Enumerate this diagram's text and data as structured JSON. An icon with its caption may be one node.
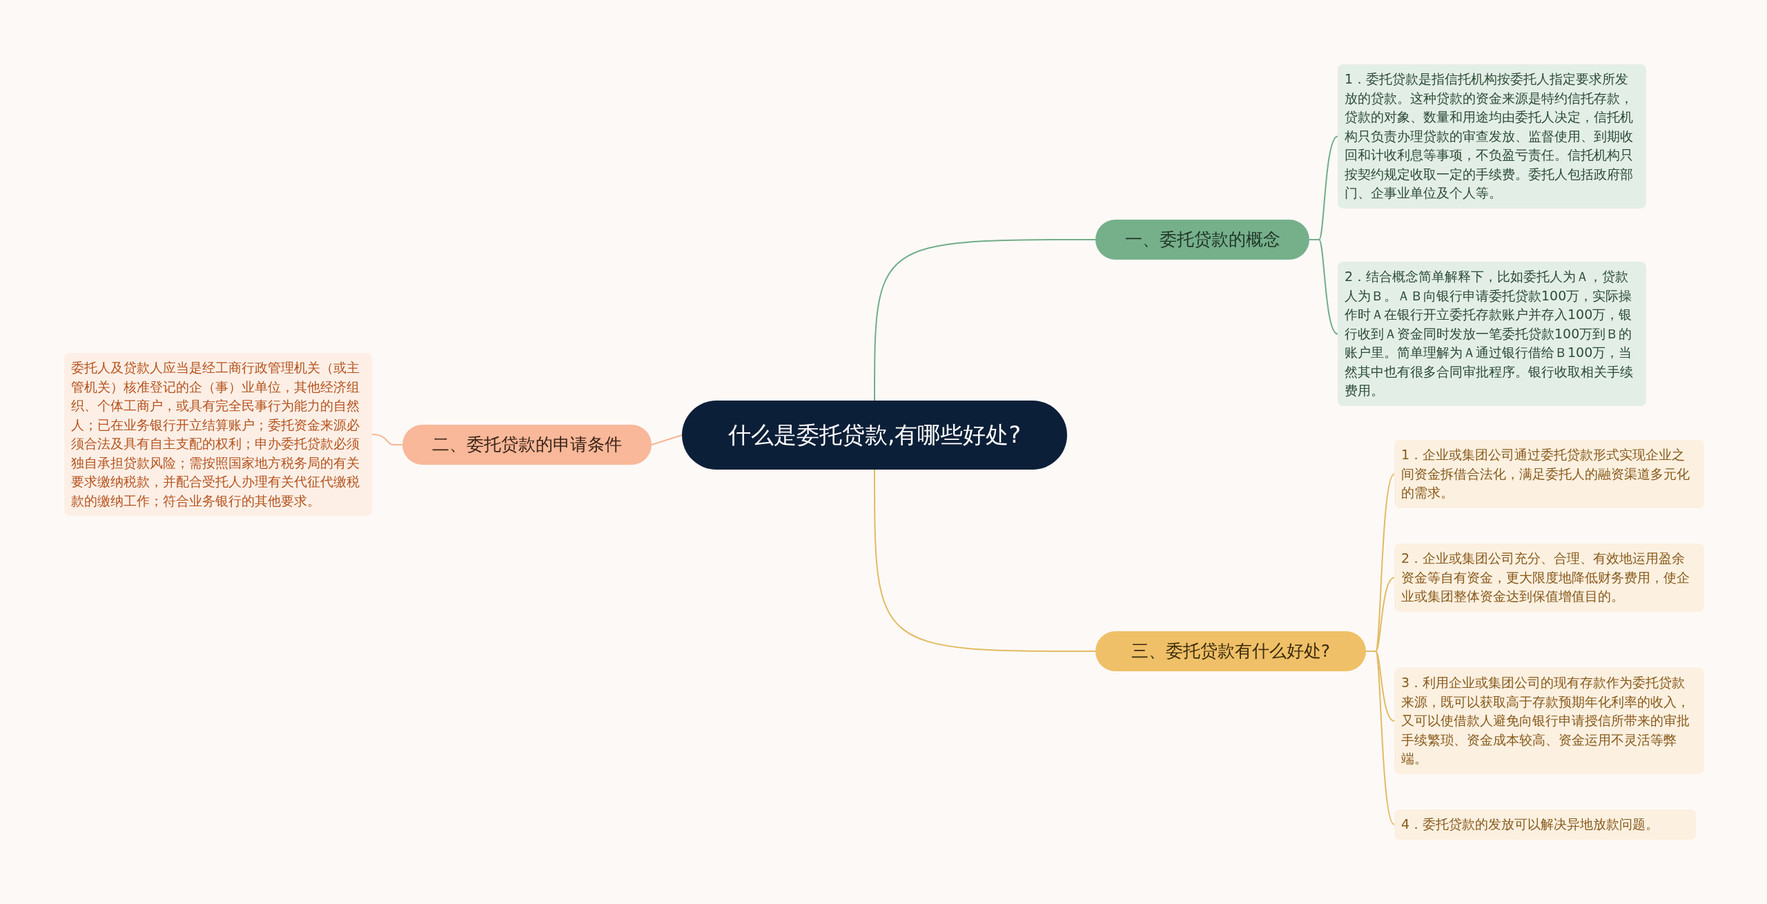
{
  "diagram": {
    "nodes": [
      {
        "text": [
          "什么是委托贷款,有哪些好处?"
        ]
      },
      {
        "text": [
          "一、委托贷款的概念"
        ]
      },
      {
        "text": [
          "1．委托贷款是指信托机构按委托人指定要求所发放的贷款。这种贷款的资金来源是特约信托存款，贷款的对象、数量和用途均由委托人决定，信托机构只负责办理贷款的审查发放、监督使用、到期收回和计收利息等事项，不负盈亏责任。信托机构只按契约规定收取一定的手续费。委托人包括政府部门、企事业单位及个人等。"
        ]
      },
      {
        "text": [
          "2．结合概念简单解释下，比如委托人为Ａ，贷款人为Ｂ。ＡＢ向银行申请委托贷款100万，实际操作时Ａ在银行开立委托存款账户并存入100万，银行收到Ａ资金同时发放一笔委托贷款100万到Ｂ的账户里。简单理解为Ａ通过银行借给Ｂ100万，当然其中也有很多合同审批程序。银行收取相关手续费用。"
        ]
      },
      {
        "text": [
          "二、委托贷款的申请条件"
        ]
      },
      {
        "text": [
          "委托人及贷款人应当是经工商行政管理机关（或主管机关）核准登记的企（事）业单位，其他经济组织、个体工商户，或具有完全民事行为能力的自然人；已在业务银行开立结算账户；委托资金来源必须合法及具有自主支配的权利；申办委托贷款必须独自承担贷款风险；需按照国家地方税务局的有关要求缴纳税款，并配合受托人办理有关代征代缴税款的缴纳工作；符合业务银行的其他要求。"
        ]
      },
      {
        "text": [
          "三、委托贷款有什么好处?"
        ]
      },
      {
        "text": [
          "1．企业或集团公司通过委托贷款形式实现企业之间资金拆借合法化，满足委托人的融资渠道多元化的需求。"
        ]
      },
      {
        "text": [
          "2．企业或集团公司充分、合理、有效地运用盈余资金等自有资金，更大限度地降低财务费用，使企业或集团整体资金达到保值增值目的。"
        ]
      },
      {
        "text": [
          "3．利用企业或集团公司的现有存款作为委托贷款来源，既可以获取高于存款预期年化利率的收入，又可以使借款人避免向银行申请授信所带来的审批手续繁琐、资金成本较高、资金运用不灵活等弊端。"
        ]
      },
      {
        "text": [
          "4．委托贷款的发放可以解决异地放款问题。"
        ]
      }
    ],
    "edges": [
      {
        "from": 0,
        "to": 1,
        "arrow": "none",
        "color": "#72ad88"
      },
      {
        "from": 0,
        "to": 4,
        "arrow": "none",
        "color": "#f6b596"
      },
      {
        "from": 0,
        "to": 6,
        "arrow": "none"
      },
      {
        "from": 1,
        "to": 2,
        "arrow": "none",
        "color": "#72ad88"
      },
      {
        "from": 1,
        "to": 3,
        "arrow": "none",
        "color": "#72ad88"
      },
      {
        "from": 4,
        "to": 5,
        "arrow": "none",
        "color": "#f6b596"
      },
      {
        "from": 6,
        "to": 7,
        "arrow": "none"
      },
      {
        "from": 6,
        "to": 8,
        "arrow": "none"
      },
      {
        "from": 6,
        "to": 9,
        "arrow": "none"
      },
      {
        "from": 6,
        "to": 10,
        "arrow": "none"
      }
    ]
  }
}
